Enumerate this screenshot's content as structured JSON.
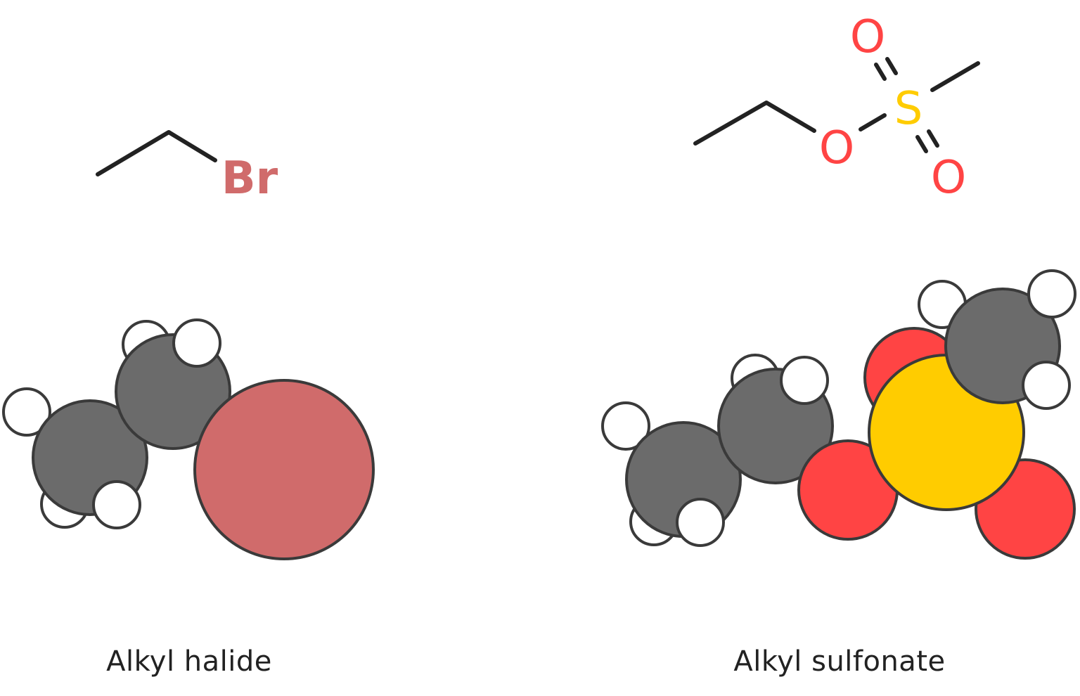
{
  "colors": {
    "background": "#ffffff",
    "bond": "#222222",
    "outline": "#3a3a3a",
    "carbon": "#6b6b6b",
    "hydrogen": "#ffffff",
    "bromine": "#d06b6b",
    "oxygen": "#ff4444",
    "sulfur": "#ffcc00"
  },
  "molecules": [
    {
      "name": "alkyl-halide",
      "caption": "Alkyl halide",
      "skeletal_labels": {
        "halogen": "Br"
      },
      "atoms": [
        "C",
        "C",
        "Br",
        "H",
        "H",
        "H",
        "H",
        "H"
      ]
    },
    {
      "name": "alkyl-sulfonate",
      "caption": "Alkyl sulfonate",
      "skeletal_labels": {
        "ester_oxygen": "O",
        "sulfur": "S",
        "oxo_top": "O",
        "oxo_bottom": "O"
      },
      "atoms": [
        "C",
        "C",
        "O",
        "S",
        "O",
        "O",
        "C",
        "H",
        "H",
        "H",
        "H",
        "H",
        "H",
        "H",
        "H"
      ]
    }
  ]
}
